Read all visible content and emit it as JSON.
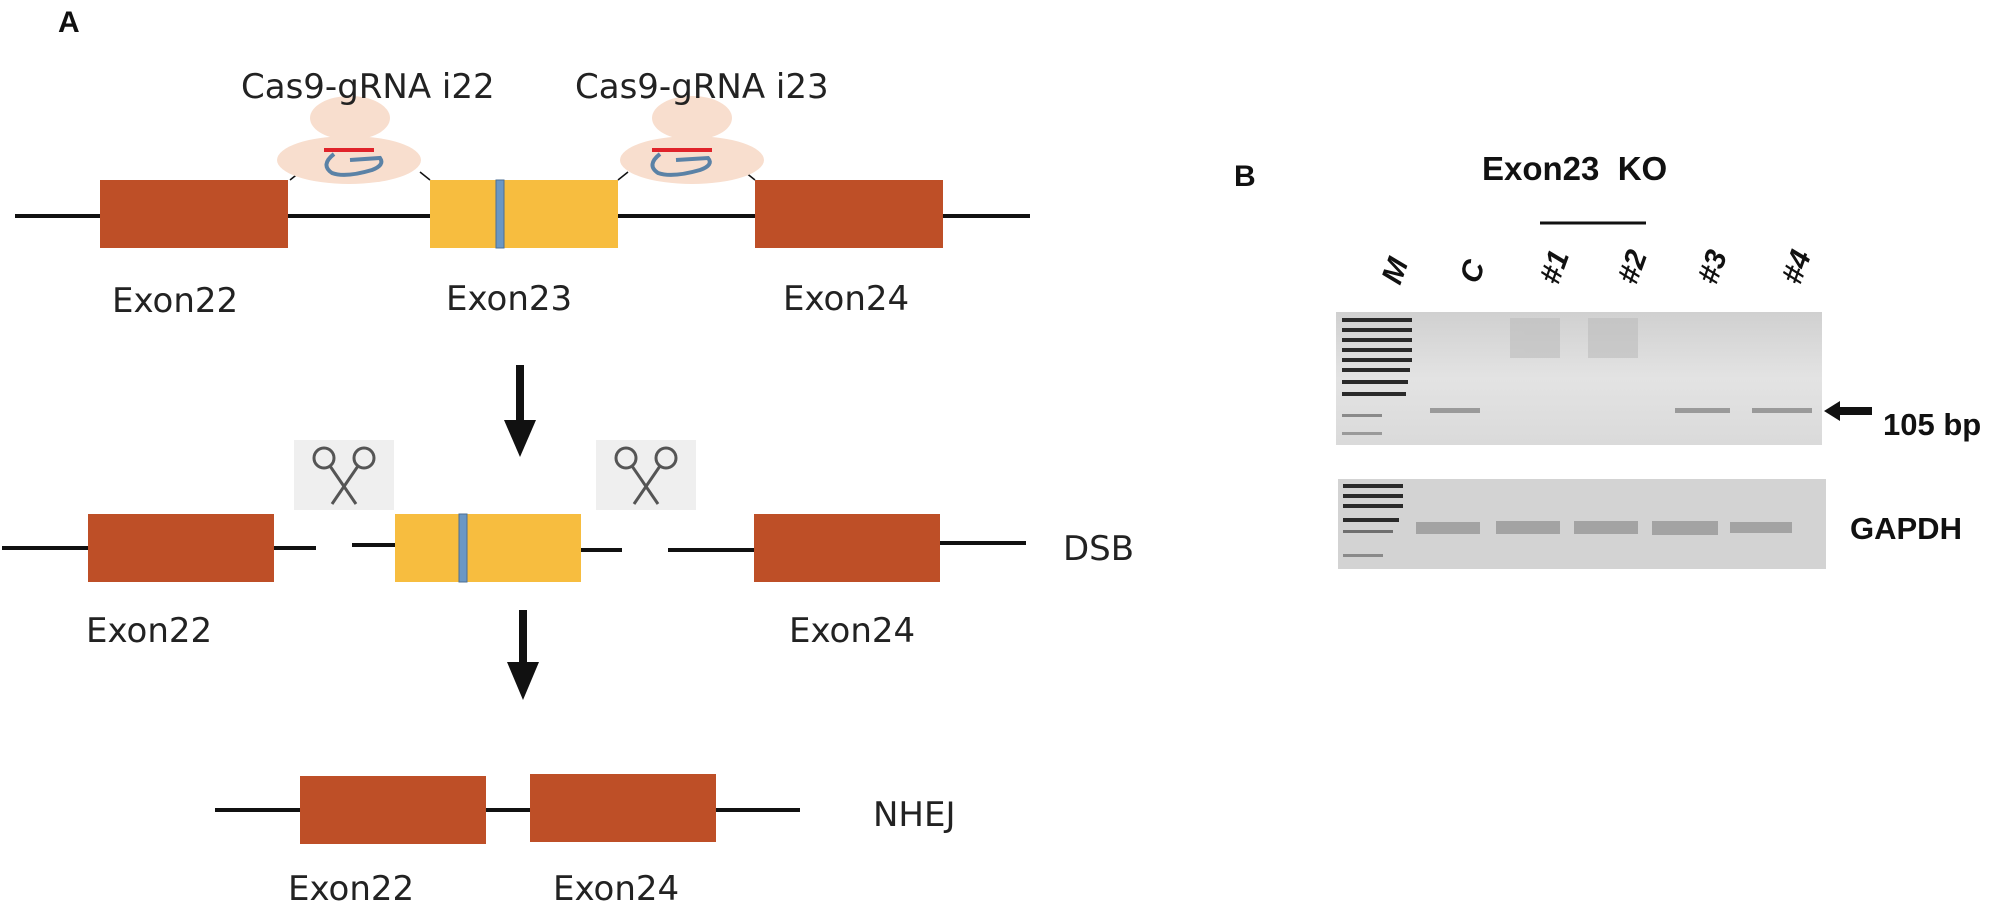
{
  "panel_a": {
    "letter": "A",
    "guides": [
      {
        "label": "Cas9-gRNA i22"
      },
      {
        "label": "Cas9-gRNA i23"
      }
    ],
    "row1": {
      "exon_left": "Exon22",
      "exon_mid": "Exon23",
      "exon_right": "Exon24"
    },
    "row2": {
      "exon_left": "Exon22",
      "exon_right": "Exon24",
      "step_label": "DSB"
    },
    "row3": {
      "exon_left": "Exon22",
      "exon_right": "Exon24",
      "step_label": "NHEJ"
    }
  },
  "panel_b": {
    "letter": "B",
    "title": "Exon23  KO",
    "lanes": [
      "M",
      "C",
      "#1",
      "#2",
      "#3",
      "#4"
    ],
    "band_label": "105 bp",
    "control_label": "GAPDH"
  },
  "colors": {
    "exon_flank": "#be4f27",
    "exon_target": "#f7bd3f",
    "cas9": "#f8dece",
    "grna_red": "#e0232a",
    "grna_blue": "#5b82a6",
    "gel_bg": "#d6d6d6"
  }
}
